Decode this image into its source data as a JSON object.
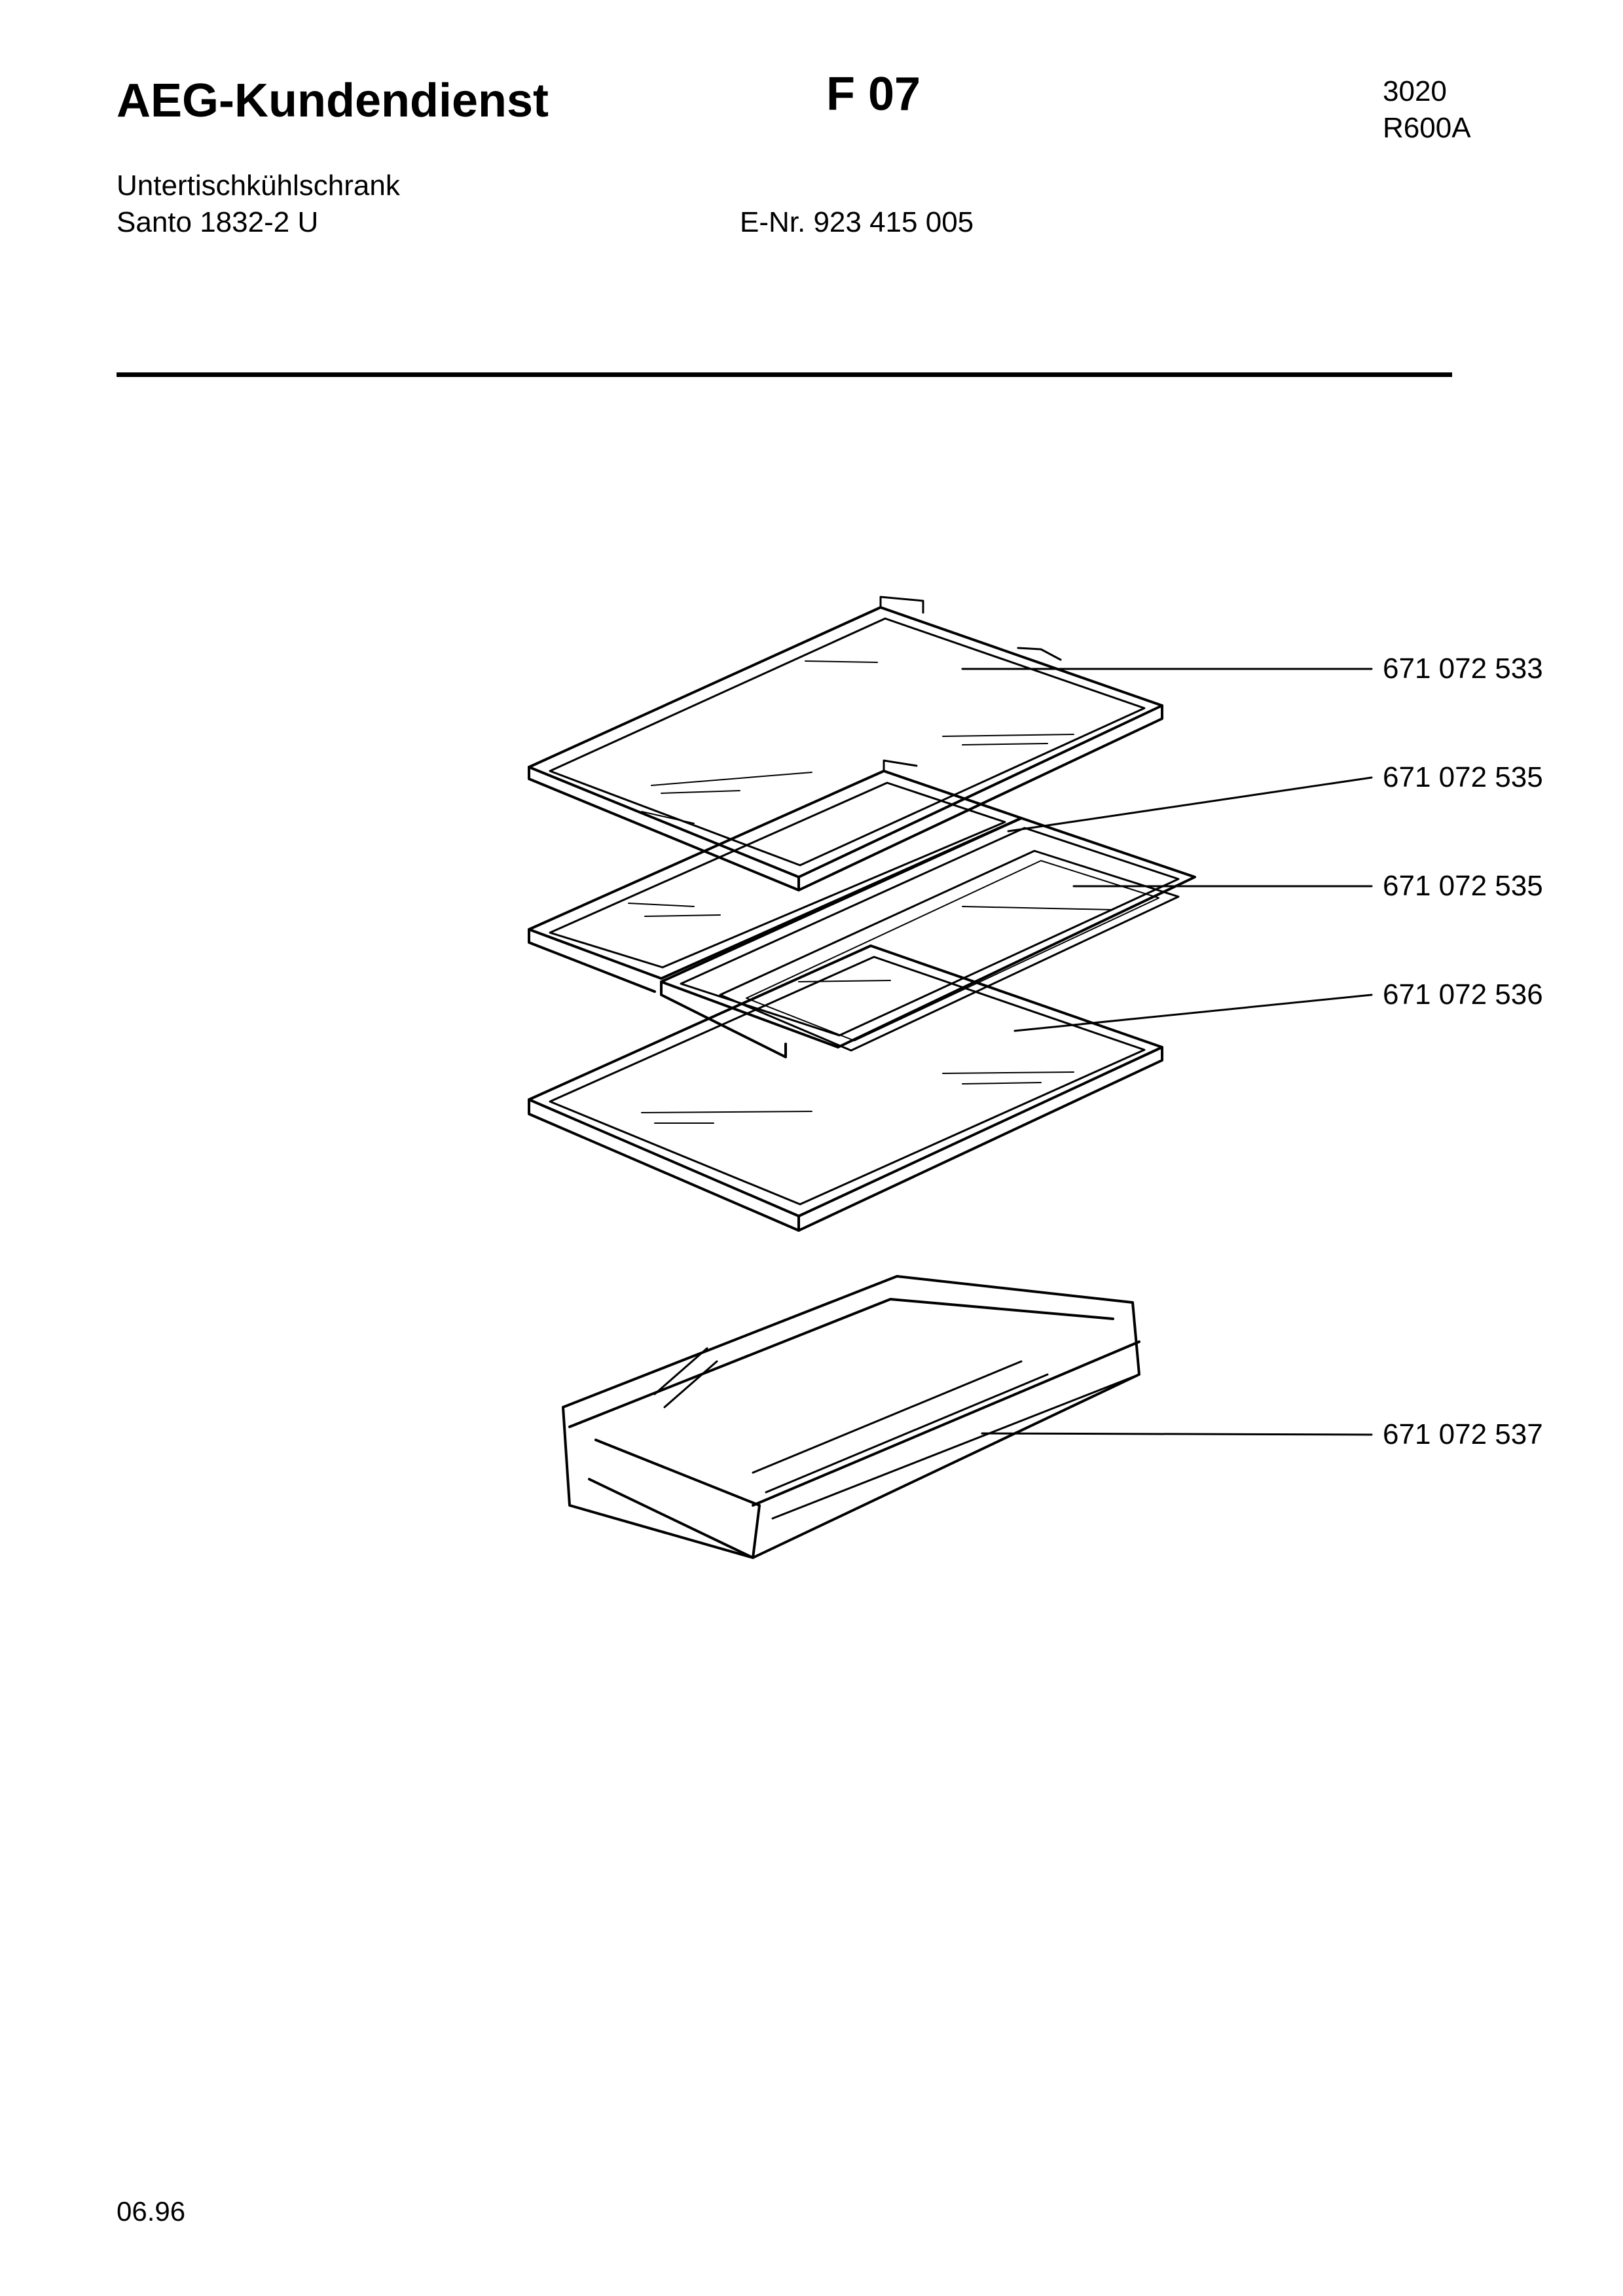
{
  "header": {
    "brand": "AEG-Kundendienst",
    "section": "F 07",
    "code_1": "3020",
    "code_2": "R600A",
    "appliance_type": "Untertischkühlschrank",
    "model": "Santo 1832-2 U",
    "e_number": "E-Nr. 923 415 005"
  },
  "parts": [
    {
      "number": "671 072 533"
    },
    {
      "number": "671 072 535"
    },
    {
      "number": "671 072 535"
    },
    {
      "number": "671 072 536"
    },
    {
      "number": "671 072 537"
    }
  ],
  "footer": {
    "date": "06.96"
  }
}
